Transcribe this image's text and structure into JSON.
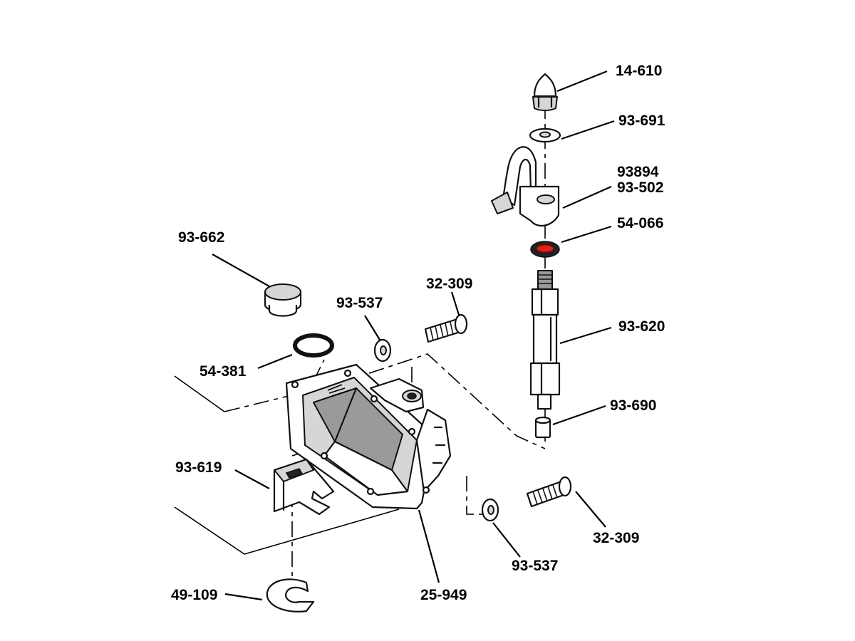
{
  "diagram": {
    "labels": {
      "p14_610": "14-610",
      "p93_691": "93-691",
      "p93894": "93894",
      "p93_502": "93-502",
      "p54_066": "54-066",
      "p93_662": "93-662",
      "p32_309_top": "32-309",
      "p93_537_top": "93-537",
      "p93_620": "93-620",
      "p54_381": "54-381",
      "p93_690": "93-690",
      "p93_619": "93-619",
      "p32_309_bottom": "32-309",
      "p93_537_bottom": "93-537",
      "p25_949": "25-949",
      "p49_109": "49-109"
    },
    "colors": {
      "line": "#000000",
      "seal_highlight": "#e0201a",
      "background": "#ffffff"
    }
  }
}
